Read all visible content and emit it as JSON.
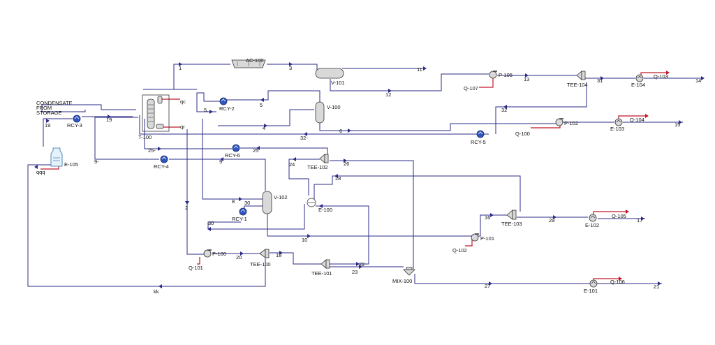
{
  "streams": {
    "s1": "1",
    "s2": "2",
    "s3": "3",
    "s4": "4",
    "s5": "5",
    "s5b": "5.",
    "s6": "6",
    "s8": "8",
    "s9": "9",
    "s9b": "9-",
    "s10": "10",
    "s11": "11",
    "s12": "12",
    "s13": "13",
    "s14": "14",
    "s15": "15",
    "s16": "16",
    "s17": "17",
    "s18": "18",
    "s19a": "19",
    "s19b": "19",
    "s20": "20",
    "s21": "21",
    "s22": "22",
    "s23": "23",
    "s24": "24",
    "s25": "25",
    "s25b": "25-",
    "s26": "26",
    "s27": "27",
    "s28": "28",
    "s29": "29",
    "s30a": "30",
    "s30b": "30",
    "s31": "31",
    "s32": "32",
    "s32b": "32-",
    "kk": "kk",
    "qqq": "qqq",
    "qc": "qc",
    "qr": "qr"
  },
  "units": {
    "ac100": "AC-100",
    "v101": "V-101",
    "v100": "V-100",
    "v102": "V-102",
    "t100": "T-100",
    "rcy1": "RCY-1",
    "rcy2": "RCY-2",
    "rcy3": "RCY-3",
    "rcy4": "RCY-4",
    "rcy5": "RCY-5",
    "rcy6": "RCY-6",
    "e100": "E-100",
    "e101": "E-101",
    "e102": "E-102",
    "e103": "E-103",
    "e104": "E-104",
    "e105": "E-105",
    "p100": "P-100",
    "p101": "P-101",
    "p102": "P-102",
    "p105": "P-105",
    "tee100": "TEE-100",
    "tee101": "TEE-101",
    "tee102": "TEE-102",
    "tee103": "TEE-103",
    "tee104": "TEE-104",
    "mix100": "MIX-100"
  },
  "energy": {
    "q100": "Q-100",
    "q101": "Q-101",
    "q102": "Q-102",
    "q103": "Q-103",
    "q104": "Q-104",
    "q105": "Q-105",
    "q106": "Q-106",
    "q107": "Q-107"
  },
  "note": {
    "line1": "CONDENSATE",
    "line2": "FROM",
    "line3": "STORAGE"
  }
}
